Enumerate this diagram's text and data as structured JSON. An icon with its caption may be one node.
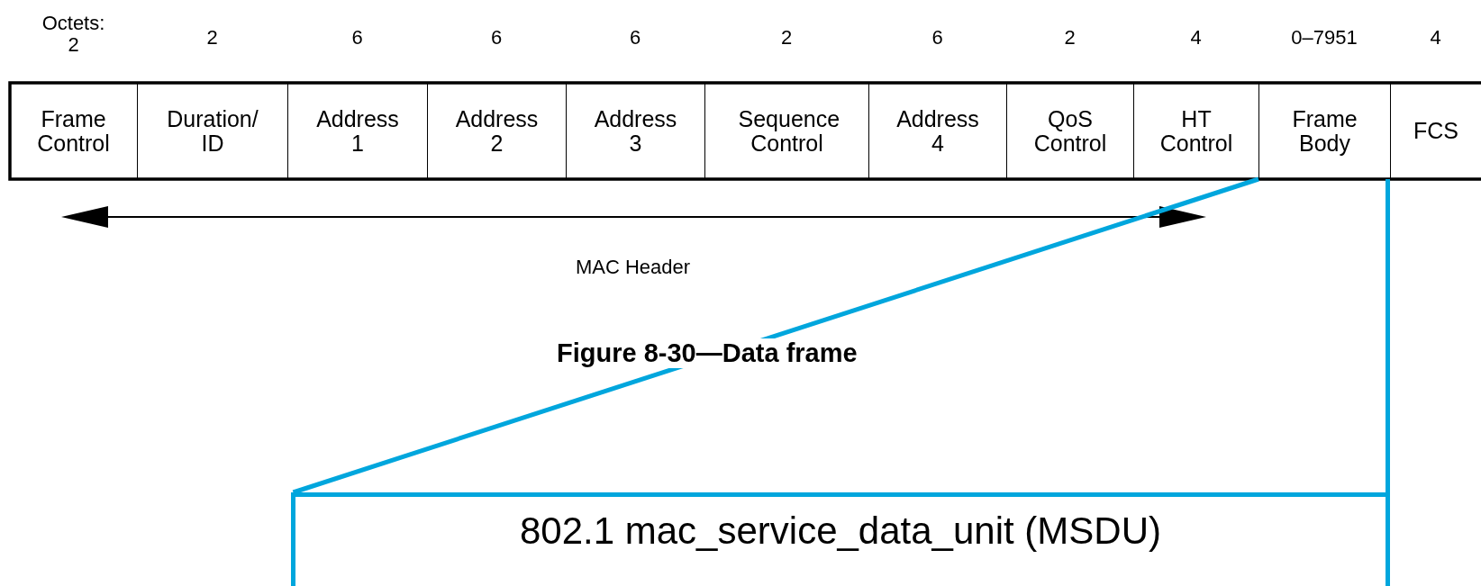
{
  "diagram": {
    "caption": "Figure 8-30—Data frame",
    "nodes": [
      {
        "text": [
          "Frame Control"
        ],
        "beside": [
          "Octets: 2"
        ]
      },
      {
        "text": [
          "Duration/ ID"
        ],
        "beside": [
          "2"
        ]
      },
      {
        "text": [
          "Address 1"
        ],
        "beside": [
          "6"
        ]
      },
      {
        "text": [
          "Address 2"
        ],
        "beside": [
          "6"
        ]
      },
      {
        "text": [
          "Address 3"
        ],
        "beside": [
          "6"
        ]
      },
      {
        "text": [
          "Sequence Control"
        ],
        "beside": [
          "2"
        ]
      },
      {
        "text": [
          "Address 4"
        ],
        "beside": [
          "6"
        ]
      },
      {
        "text": [
          "QoS Control"
        ],
        "beside": [
          "2"
        ]
      },
      {
        "text": [
          "HT Control"
        ],
        "beside": [
          "4"
        ]
      },
      {
        "text": [
          "Frame Body"
        ],
        "beside": [
          "0–7951"
        ]
      },
      {
        "text": [
          "FCS"
        ],
        "beside": [
          "4"
        ]
      },
      {
        "text": [
          "802.1 mac_service_data_unit (MSDU)"
        ]
      }
    ],
    "edges": [
      {
        "from": 9,
        "to": 11,
        "arrow": "none",
        "color": "#00a6dd"
      },
      {
        "from": 9,
        "to": 11,
        "arrow": "none",
        "color": "#00a6dd"
      }
    ],
    "labels": [
      "MAC Header"
    ]
  }
}
